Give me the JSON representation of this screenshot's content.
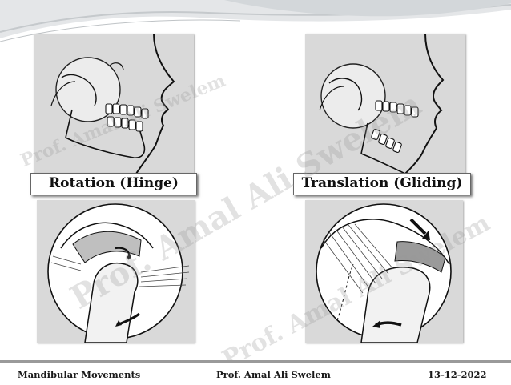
{
  "slide": {
    "labels": {
      "rotation": "Rotation (Hinge)",
      "translation": "Translation (Gliding)"
    },
    "watermark": {
      "text": "Prof. Amal Ali Swelem"
    },
    "footer": {
      "left": "Mandibular Movements",
      "center": "Prof. Amal Ali Swelem",
      "right": "13-12-2022"
    }
  },
  "colors": {
    "panel_bg": "#d9d9d9",
    "footer_rule": "#9a9a9a",
    "banner": "#cfd3d6"
  }
}
